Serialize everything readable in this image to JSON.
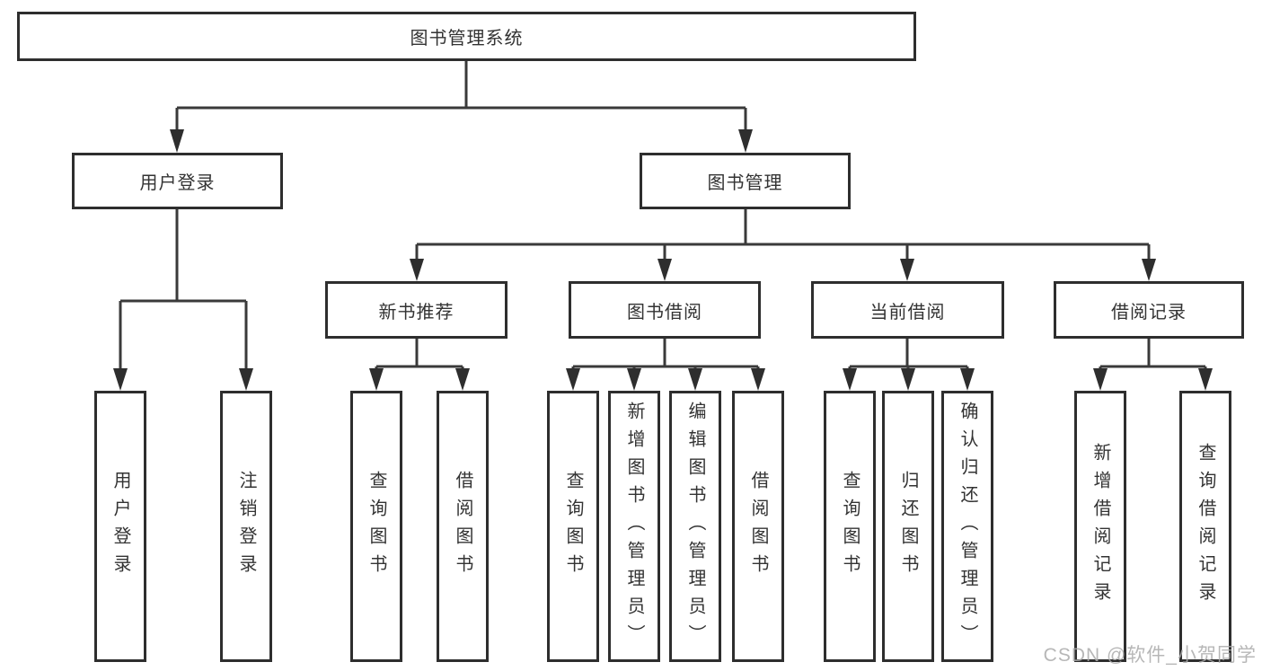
{
  "diagram": {
    "root": {
      "label": "图书管理系统"
    },
    "level1": [
      {
        "label": "用户登录"
      },
      {
        "label": "图书管理"
      }
    ],
    "level2": [
      {
        "label": "新书推荐"
      },
      {
        "label": "图书借阅"
      },
      {
        "label": "当前借阅"
      },
      {
        "label": "借阅记录"
      }
    ],
    "leaves": [
      {
        "label": "用户登录"
      },
      {
        "label": "注销登录"
      },
      {
        "label": "查询图书"
      },
      {
        "label": "借阅图书"
      },
      {
        "label": "查询图书"
      },
      {
        "label": "新增图书（管理员）"
      },
      {
        "label": "编辑图书（管理员）"
      },
      {
        "label": "借阅图书"
      },
      {
        "label": "查询图书"
      },
      {
        "label": "归还图书"
      },
      {
        "label": "确认归还（管理员）"
      },
      {
        "label": "新增借阅记录"
      },
      {
        "label": "查询借阅记录"
      }
    ]
  },
  "colors": {
    "box_border": "#2e2e2e",
    "connector_line": "#3a3a3a",
    "text": "#333333",
    "watermark_text": "#aaaaaa"
  },
  "watermark": "CSDN @软件_小贺同学"
}
